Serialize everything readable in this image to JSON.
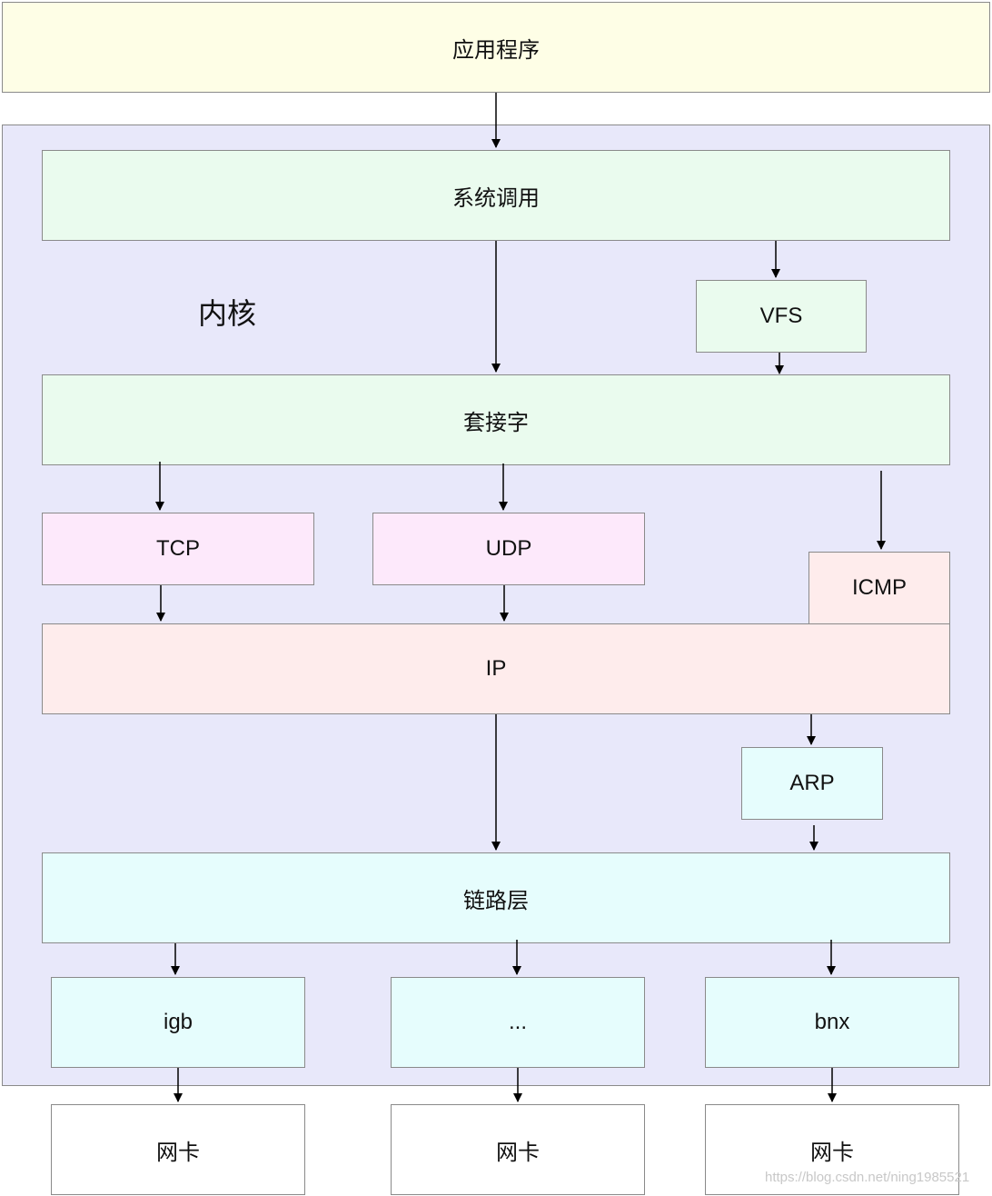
{
  "app": {
    "label": "应用程序"
  },
  "kernel": {
    "label": "内核",
    "syscall": "系统调用",
    "vfs": "VFS",
    "socket": "套接字",
    "tcp": "TCP",
    "udp": "UDP",
    "icmp": "ICMP",
    "ip": "IP",
    "arp": "ARP",
    "link_layer": "链路层",
    "drivers": [
      "igb",
      "...",
      "bnx"
    ]
  },
  "nics": [
    "网卡",
    "网卡",
    "网卡"
  ],
  "watermark": "https://blog.csdn.net/ning1985521",
  "colors": {
    "app": "#fefee6",
    "kernel": "#e8e8fa",
    "green": "#eafbee",
    "pink": "#fde9fb",
    "rose": "#feecec",
    "cyan": "#e6fdfd",
    "border": "#8a8a8a"
  }
}
